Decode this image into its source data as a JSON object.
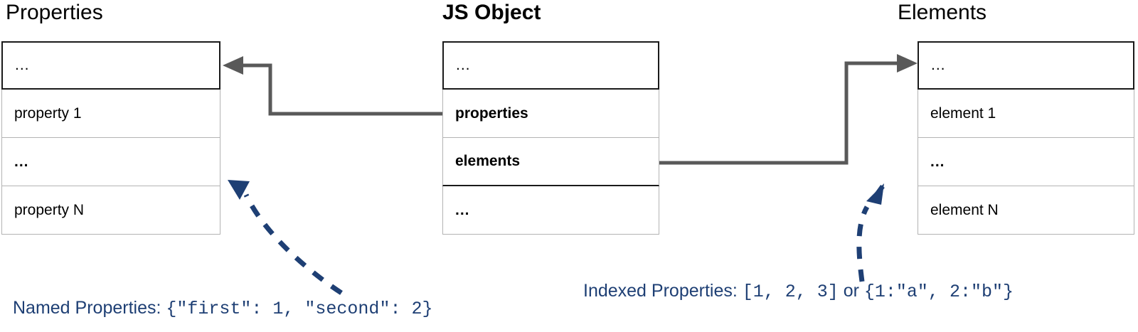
{
  "headings": {
    "properties": "Properties",
    "js_object": "JS Object",
    "elements": "Elements"
  },
  "properties_box": {
    "rows": [
      {
        "text": "...",
        "bold": false,
        "dots": true
      },
      {
        "text": "property 1",
        "bold": false,
        "dots": false
      },
      {
        "text": "...",
        "bold": true,
        "dots": true
      },
      {
        "text": "property N",
        "bold": false,
        "dots": false
      }
    ]
  },
  "js_object_box": {
    "rows": [
      {
        "text": "...",
        "bold": false,
        "dots": true
      },
      {
        "text": "properties",
        "bold": true,
        "dots": false
      },
      {
        "text": "elements",
        "bold": true,
        "dots": false
      },
      {
        "text": "...",
        "bold": true,
        "dots": true
      }
    ]
  },
  "elements_box": {
    "rows": [
      {
        "text": "...",
        "bold": false,
        "dots": true
      },
      {
        "text": "element 1",
        "bold": false,
        "dots": false
      },
      {
        "text": "...",
        "bold": true,
        "dots": true
      },
      {
        "text": "element N",
        "bold": false,
        "dots": false
      }
    ]
  },
  "captions": {
    "named": {
      "label": "Named Properties:",
      "code": "{\"first\": 1, \"second\": 2}"
    },
    "indexed": {
      "label": "Indexed Properties:",
      "code_a": "[1, 2, 3]",
      "conjunction": "or",
      "code_b": "{1:\"a\", 2:\"b\"}"
    }
  },
  "colors": {
    "connector": "#595959",
    "annotation": "#1e3f74",
    "row_border": "#b3b3b3",
    "row_border_strong": "#1a1a1a",
    "text": "#000000",
    "background": "#ffffff"
  }
}
